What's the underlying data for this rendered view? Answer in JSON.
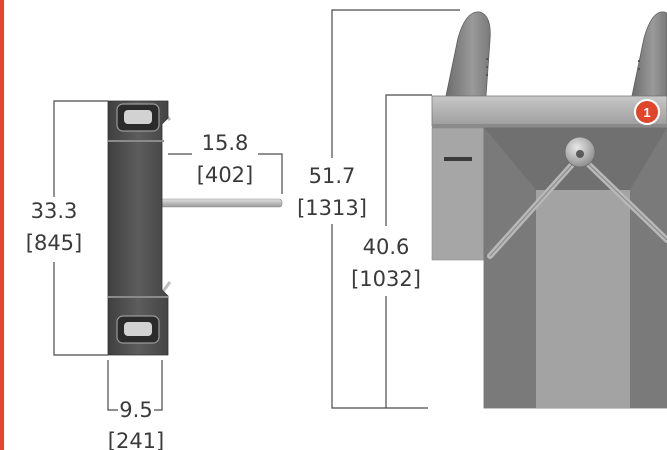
{
  "colors": {
    "accent_bar": "#e0462b",
    "badge": "#e0462b",
    "dimension_text": "#3a3a3a",
    "post_dark": "#4f4f4f",
    "housing_grey": "#8f8f8f",
    "housing_light": "#b3b3b3",
    "arm_metal": "#bdbdbd"
  },
  "side_view": {
    "height_in": "33.3",
    "height_mm": "[845]",
    "arm_length_in": "15.8",
    "arm_length_mm": "[402]",
    "width_in": "9.5",
    "width_mm": "[241]"
  },
  "front_view": {
    "total_height_in": "51.7",
    "total_height_mm": "[1313]",
    "body_height_in": "40.6",
    "body_height_mm": "[1032]",
    "badge_number": "1"
  }
}
